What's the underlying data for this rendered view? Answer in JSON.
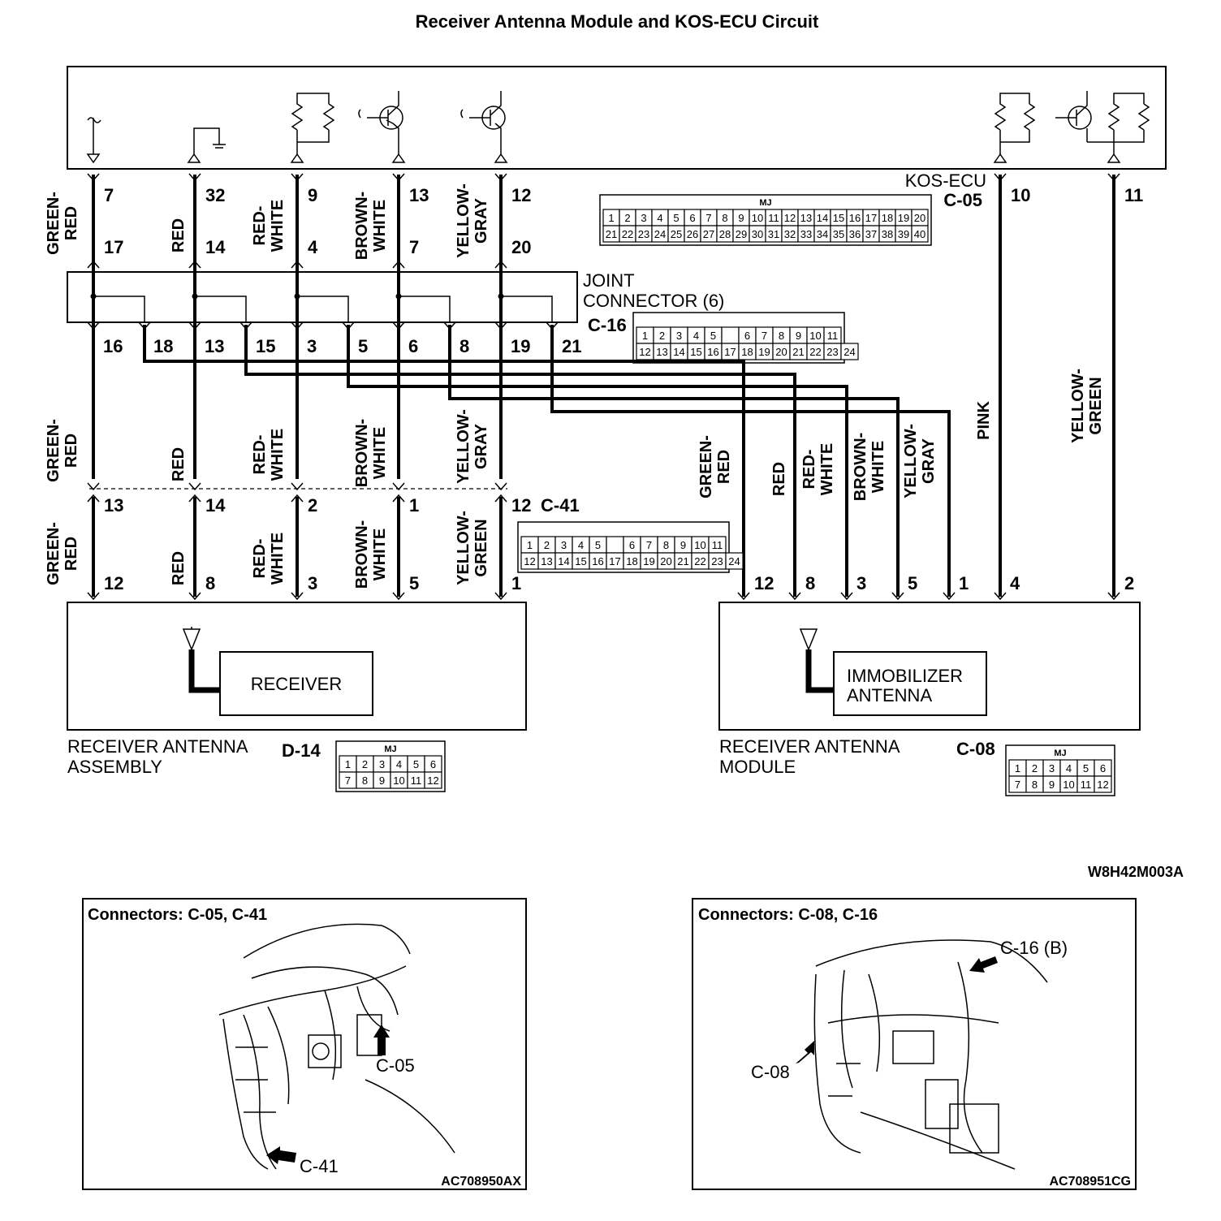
{
  "title": "Receiver Antenna  Module and KOS-ECU Circuit",
  "ecu": {
    "name": "KOS-ECU",
    "connector": "C-05",
    "connector_tag": "MJ",
    "top_pins": [
      "7",
      "32",
      "9",
      "13",
      "12"
    ],
    "right_pins": [
      "10",
      "11"
    ]
  },
  "joint_connector": {
    "name_line1": "JOINT",
    "name_line2": "CONNECTOR (6)",
    "connector": "C-16",
    "top_pins": [
      "17",
      "14",
      "4",
      "7",
      "20"
    ],
    "bottom_pins": [
      "16",
      "18",
      "13",
      "15",
      "3",
      "5",
      "6",
      "8",
      "19",
      "21"
    ]
  },
  "upper_wire_colors": [
    [
      "GREEN-",
      "RED"
    ],
    [
      "RED"
    ],
    [
      "RED-",
      "WHITE"
    ],
    [
      "BROWN-",
      "WHITE"
    ],
    [
      "YELLOW-",
      "GRAY"
    ]
  ],
  "c41": {
    "connector": "C-41",
    "upper_pins": [
      "13",
      "14",
      "2",
      "1",
      "12"
    ],
    "lower_pins": [
      "12",
      "8",
      "3",
      "5",
      "1"
    ],
    "upper_colors": [
      [
        "GREEN-",
        "RED"
      ],
      [
        "RED"
      ],
      [
        "RED-",
        "WHITE"
      ],
      [
        "BROWN-",
        "WHITE"
      ],
      [
        "YELLOW-",
        "GRAY"
      ]
    ],
    "lower_colors": [
      [
        "GREEN-",
        "RED"
      ],
      [
        "RED"
      ],
      [
        "RED-",
        "WHITE"
      ],
      [
        "BROWN-",
        "WHITE"
      ],
      [
        "YELLOW-",
        "GREEN"
      ]
    ]
  },
  "module_wires": {
    "colors": [
      [
        "GREEN-",
        "RED"
      ],
      [
        "RED"
      ],
      [
        "RED-",
        "WHITE"
      ],
      [
        "BROWN-",
        "WHITE"
      ],
      [
        "YELLOW-",
        "GRAY"
      ]
    ],
    "pink": "PINK",
    "yellow_green": [
      "YELLOW-",
      "GREEN"
    ],
    "pins": [
      "12",
      "8",
      "3",
      "5",
      "1",
      "4",
      "2"
    ]
  },
  "receiver_assembly": {
    "inner_label": "RECEIVER",
    "name_line1": "RECEIVER ANTENNA",
    "name_line2": "ASSEMBLY",
    "connector": "D-14",
    "connector_tag": "MJ"
  },
  "receiver_module": {
    "inner_line1": "IMMOBILIZER",
    "inner_line2": "ANTENNA",
    "name_line1": "RECEIVER ANTENNA",
    "name_line2": "MODULE",
    "connector": "C-08",
    "connector_tag": "MJ"
  },
  "diagram_code": "W8H42M003A",
  "panel_left": {
    "title": "Connectors: C-05, C-41",
    "callouts": [
      "C-05",
      "C-41"
    ],
    "code": "AC708950AX"
  },
  "panel_right": {
    "title": "Connectors: C-08, C-16",
    "callouts": [
      "C-16 (B)",
      "C-08"
    ],
    "code": "AC708951CG"
  }
}
